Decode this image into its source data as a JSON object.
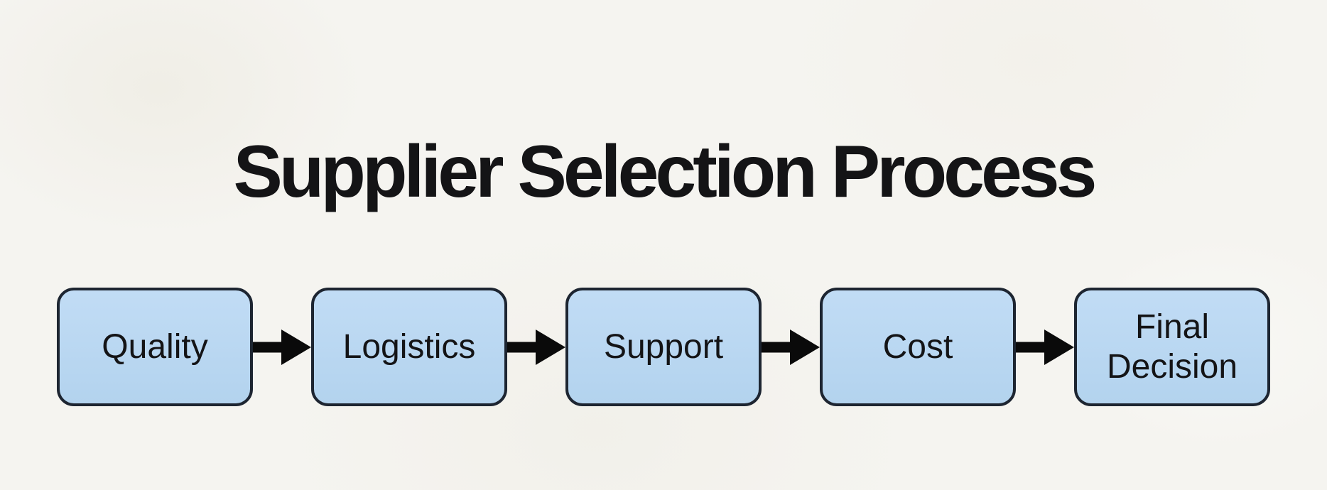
{
  "page": {
    "title": "Supplier Selection Process"
  },
  "flowchart": {
    "direction": "left-to-right",
    "steps": [
      {
        "label": "Quality"
      },
      {
        "label": "Logistics"
      },
      {
        "label": "Support"
      },
      {
        "label": "Cost"
      },
      {
        "label": "Final Decision"
      }
    ],
    "connector": "arrow-right"
  },
  "colors": {
    "background": "#f5f4f0",
    "box_fill_top": "#c1dcf5",
    "box_fill_bottom": "#b3d3ee",
    "box_border": "#1d2531",
    "arrow": "#0a0a0a",
    "text": "#141416"
  }
}
